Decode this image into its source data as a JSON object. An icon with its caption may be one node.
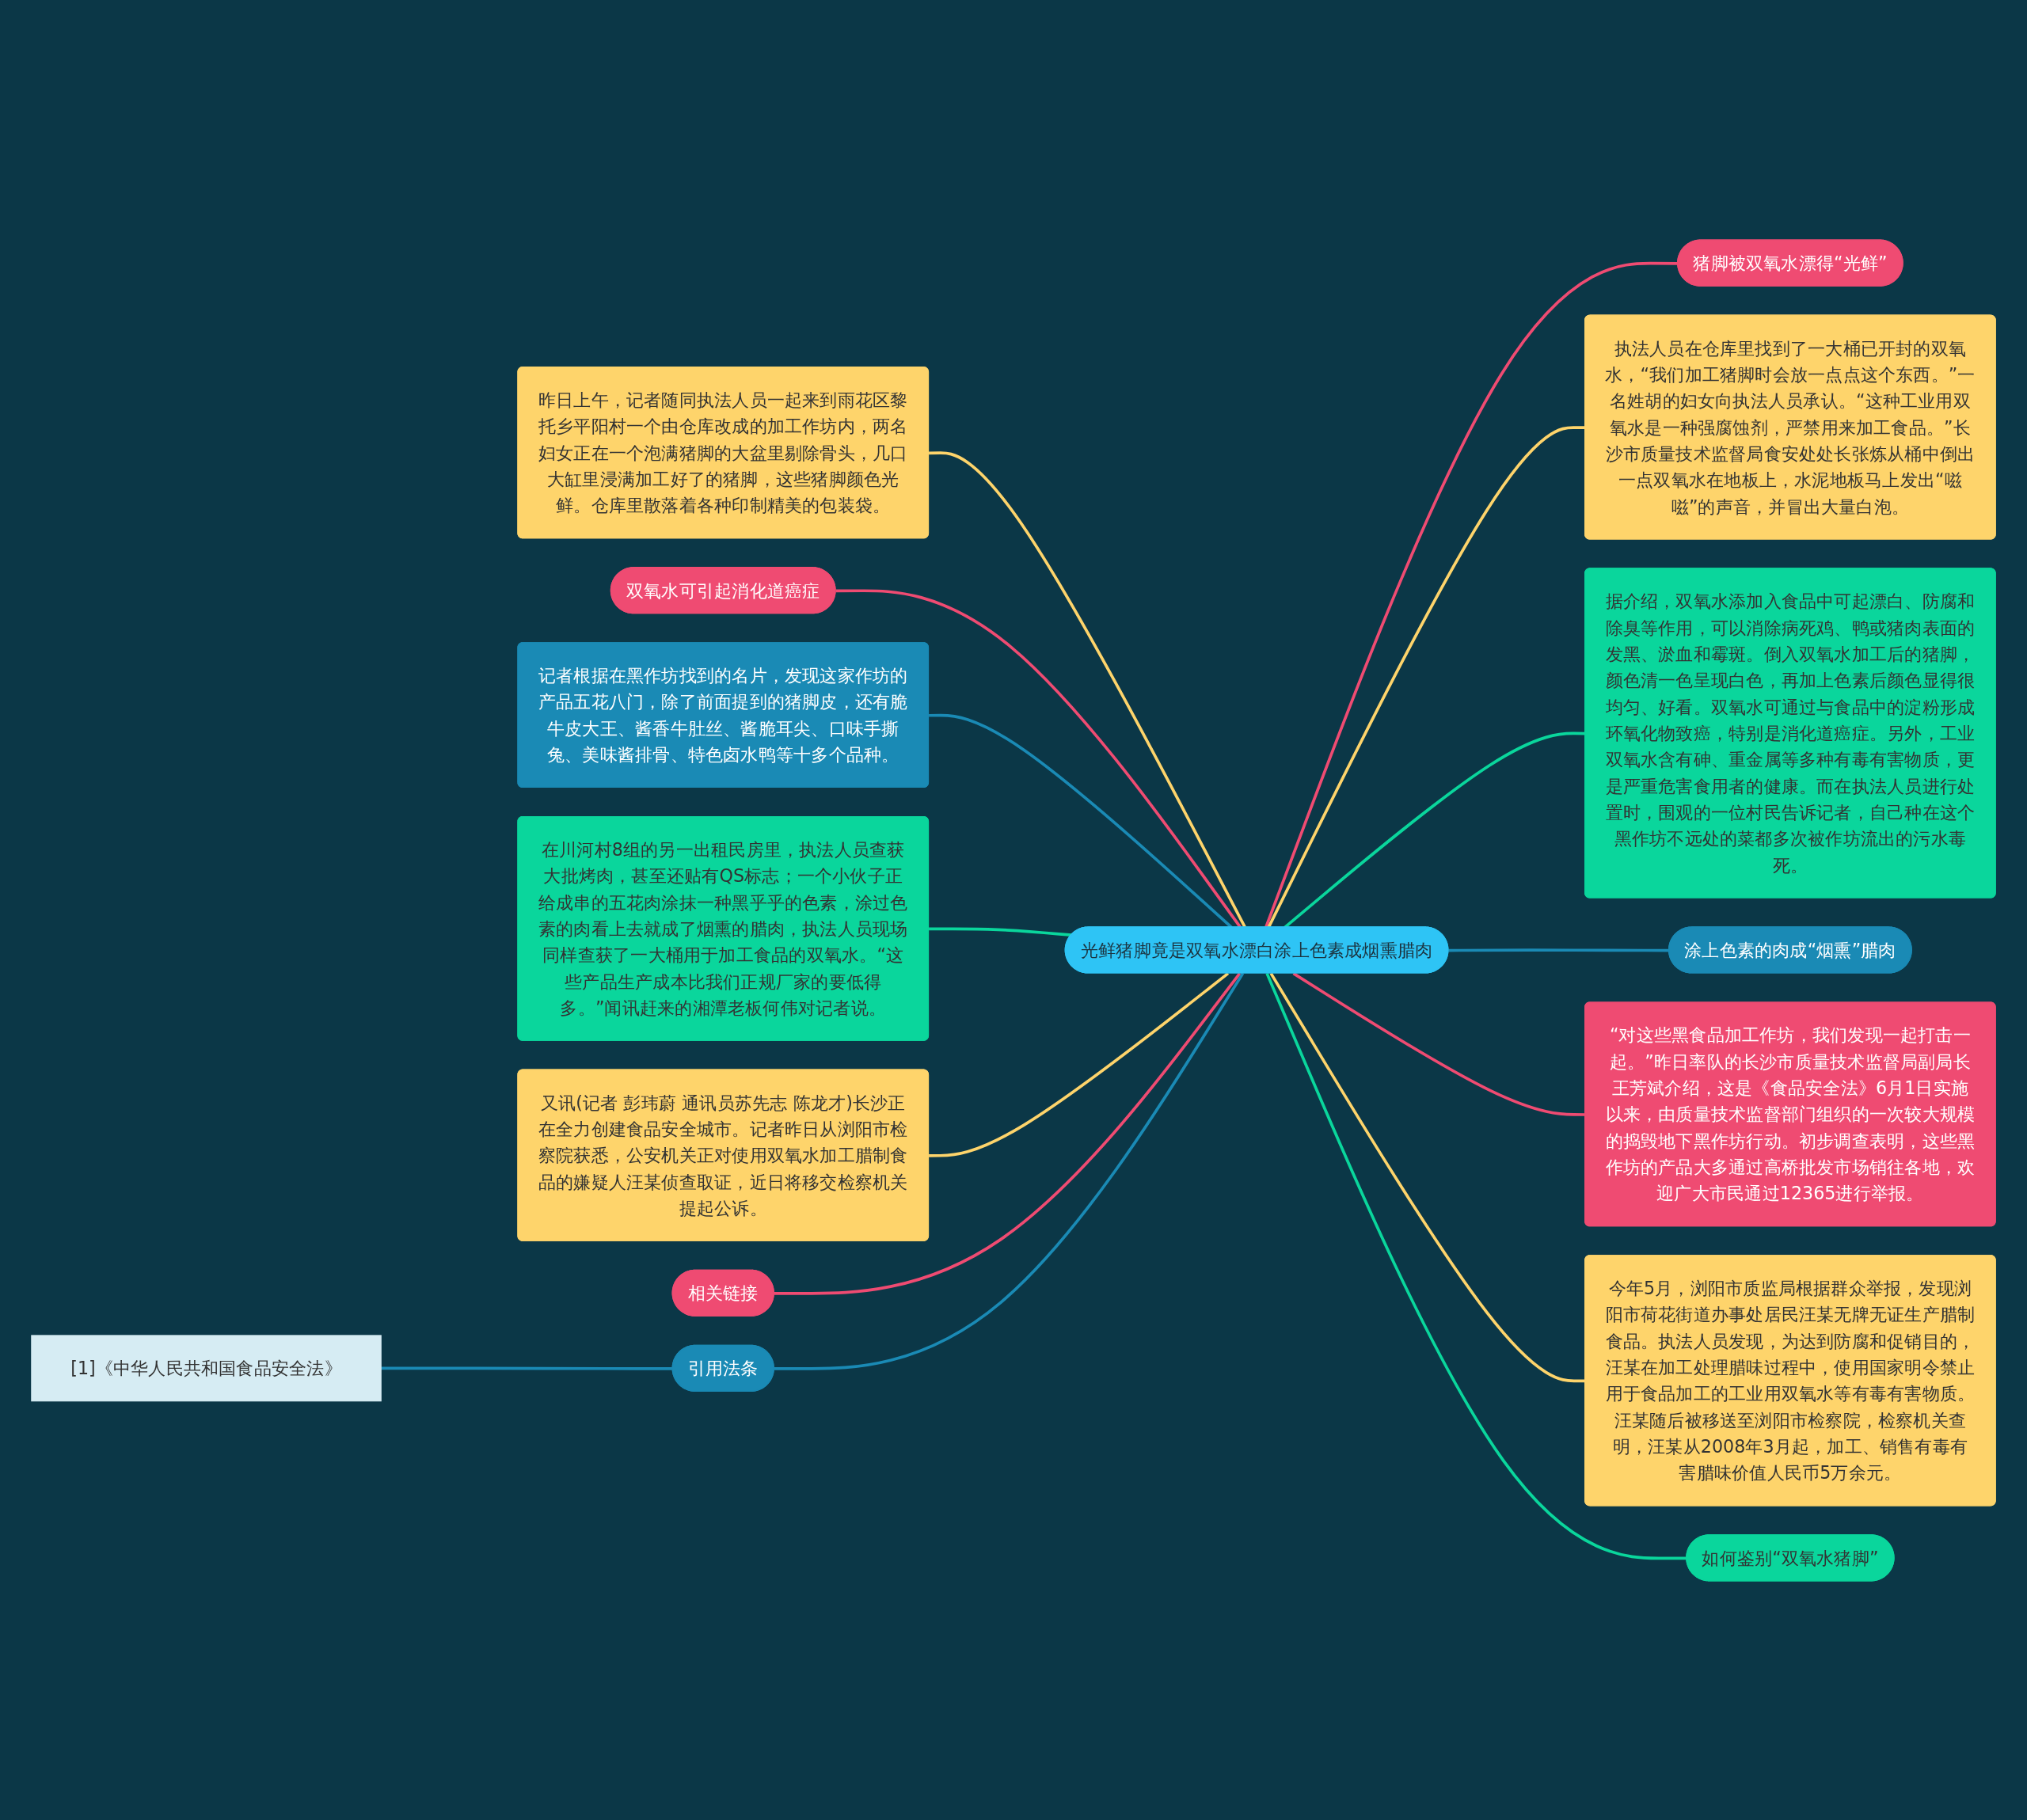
{
  "diagram": {
    "nodes": [
      {
        "text": [
          "光鲜猪脚竟是双氧水漂白涂上色素成烟熏腊肉"
        ]
      },
      {
        "text": [
          "猪脚被双氧水漂得“光鲜”"
        ]
      },
      {
        "text": [
          "执法人员在仓库里找到了一大桶已开封的双氧水，“我们加工猪脚时会放一点点这个东西。”一名姓胡的妇女向执法人员承认。“这种工业用双氧水是一种强腐蚀剂，严禁用来加工食品。”长沙市质量技术监督局食安处处长张炼从桶中倒出一点双氧水在地板上，水泥地板马上发出“嗞嗞”的声音，并冒出大量白泡。"
        ]
      },
      {
        "text": [
          "据介绍，双氧水添加入食品中可起漂白、防腐和除臭等作用，可以消除病死鸡、鸭或猪肉表面的发黑、淤血和霉斑。倒入双氧水加工后的猪脚，颜色清一色呈现白色，再加上色素后颜色显得很均匀、好看。双氧水可通过与食品中的淀粉形成环氧化物致癌，特别是消化道癌症。另外，工业双氧水含有砷、重金属等多种有毒有害物质，更是严重危害食用者的健康。而在执法人员进行处置时，围观的一位村民告诉记者，自己种在这个黑作坊不远处的菜都多次被作坊流出的污水毒死。"
        ]
      },
      {
        "text": [
          "涂上色素的肉成“烟熏”腊肉"
        ]
      },
      {
        "text": [
          "“对这些黑食品加工作坊，我们发现一起打击一起。”昨日率队的长沙市质量技术监督局副局长王芳斌介绍，这是《食品安全法》6月1日实施以来，由质量技术监督部门组织的一次较大规模的捣毁地下黑作坊行动。初步调查表明，这些黑作坊的产品大多通过高桥批发市场销往各地，欢迎广大市民通过12365进行举报。"
        ]
      },
      {
        "text": [
          "今年5月，浏阳市质监局根据群众举报，发现浏阳市荷花街道办事处居民汪某无牌无证生产腊制食品。执法人员发现，为达到防腐和促销目的，汪某在加工处理腊味过程中，使用国家明令禁止用于食品加工的工业用双氧水等有毒有害物质。汪某随后被移送至浏阳市检察院，检察机关查明，汪某从2008年3月起，加工、销售有毒有害腊味价值人民币5万余元。"
        ]
      },
      {
        "text": [
          "如何鉴别“双氧水猪脚”"
        ]
      },
      {
        "text": [
          "昨日上午，记者随同执法人员一起来到雨花区黎托乡平阳村一个由仓库改成的加工作坊内，两名妇女正在一个泡满猪脚的大盆里剔除骨头，几口大缸里浸满加工好了的猪脚，这些猪脚颜色光鲜。仓库里散落着各种印制精美的包装袋。"
        ]
      },
      {
        "text": [
          "双氧水可引起消化道癌症"
        ]
      },
      {
        "text": [
          "记者根据在黑作坊找到的名片，发现这家作坊的产品五花八门，除了前面提到的猪脚皮，还有脆牛皮大王、酱香牛肚丝、酱脆耳尖、口味手撕兔、美味酱排骨、特色卤水鸭等十多个品种。"
        ]
      },
      {
        "text": [
          "在川河村8组的另一出租民房里，执法人员查获大批烤肉，甚至还贴有QS标志；一个小伙子正给成串的五花肉涂抹一种黑乎乎的色素，涂过色素的肉看上去就成了烟熏的腊肉，执法人员现场同样查获了一大桶用于加工食品的双氧水。“这些产品生产成本比我们正规厂家的要低得多。”闻讯赶来的湘潭老板何伟对记者说。"
        ]
      },
      {
        "text": [
          "又讯(记者 彭玮蔚 通讯员苏先志 陈龙才)长沙正在全力创建食品安全城市。记者昨日从浏阳市检察院获悉，公安机关正对使用双氧水加工腊制食品的嫌疑人汪某侦查取证，近日将移交检察机关提起公诉。"
        ]
      },
      {
        "text": [
          "相关链接"
        ]
      },
      {
        "text": [
          "引用法条"
        ]
      },
      {
        "text": [
          "[1]《中华人民共和国食品安全法》"
        ]
      }
    ],
    "edges": [
      {
        "from": 0,
        "to": 1,
        "arrow": "none",
        "color": "#ef4b72"
      },
      {
        "from": 0,
        "to": 2,
        "arrow": "none",
        "color": "#fed46b"
      },
      {
        "from": 0,
        "to": 3,
        "arrow": "none",
        "color": "#0ad69c"
      },
      {
        "from": 0,
        "to": 4,
        "arrow": "none",
        "color": "#1a8ab5"
      },
      {
        "from": 0,
        "to": 5,
        "arrow": "none",
        "color": "#ef4b72"
      },
      {
        "from": 0,
        "to": 6,
        "arrow": "none",
        "color": "#fed46b"
      },
      {
        "from": 0,
        "to": 7,
        "arrow": "none",
        "color": "#0ad69c"
      },
      {
        "from": 0,
        "to": 8,
        "arrow": "none",
        "color": "#fed46b"
      },
      {
        "from": 0,
        "to": 9,
        "arrow": "none",
        "color": "#ef4b72"
      },
      {
        "from": 0,
        "to": 10,
        "arrow": "none",
        "color": "#1a8ab5"
      },
      {
        "from": 0,
        "to": 11,
        "arrow": "none",
        "color": "#0ad69c"
      },
      {
        "from": 0,
        "to": 12,
        "arrow": "none",
        "color": "#fed46b"
      },
      {
        "from": 0,
        "to": 13,
        "arrow": "none",
        "color": "#ef4b72"
      },
      {
        "from": 0,
        "to": 14,
        "arrow": "none",
        "color": "#1a8ab5"
      },
      {
        "from": 14,
        "to": 15,
        "arrow": "none",
        "color": "#1a8ab5"
      }
    ]
  }
}
